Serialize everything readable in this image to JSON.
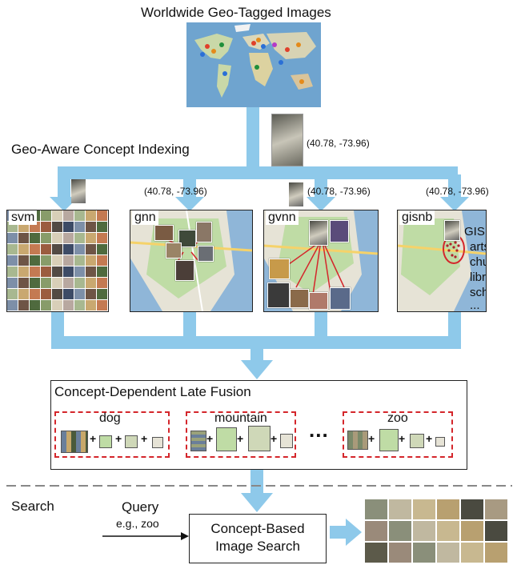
{
  "title": "Worldwide Geo-Tagged Images",
  "upload_coord": "(40.78, -73.96)",
  "indexing_label": "Geo-Aware Concept Indexing",
  "branch_coords": [
    "(40.78, -73.96)",
    "(40.78, -73.96)",
    "(40.78, -73.96)"
  ],
  "panels": [
    {
      "label": "svm"
    },
    {
      "label": "gnn"
    },
    {
      "label": "gvnn"
    },
    {
      "label": "gisnb"
    }
  ],
  "gis_tags": [
    "GIS tags",
    "arts",
    "church",
    "library",
    "school",
    "..."
  ],
  "fusion": {
    "title": "Concept-Dependent Late Fusion",
    "concepts": [
      "dog",
      "mountain",
      "zoo"
    ],
    "ellipsis": "..."
  },
  "search": {
    "section_label": "Search",
    "query_label": "Query",
    "query_example": "e.g., zoo",
    "box_line1": "Concept-Based",
    "box_line2": "Image Search"
  },
  "colors": {
    "arrow": "#8ec9ea",
    "fusion_dash": "#d4262b",
    "divider": "#888888",
    "map_water": "#8fb6d8",
    "map_land": "#e6e3d6",
    "map_park": "#bfdca5"
  }
}
